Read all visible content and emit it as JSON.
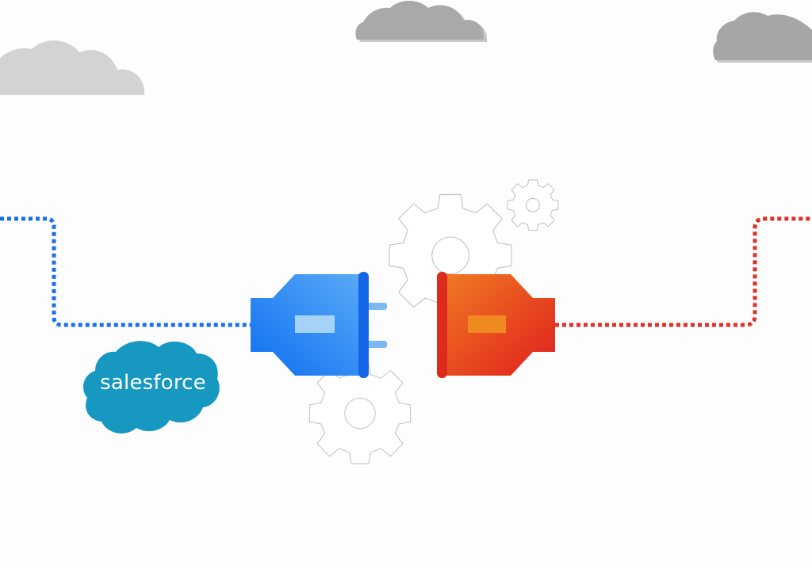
{
  "logos": {
    "salesforce": {
      "label": "salesforce",
      "color": "#1798c1"
    },
    "partner": {
      "label": ""
    }
  },
  "connectors": {
    "left_plug": {
      "name": "blue-plug",
      "color": "#1a7cf5"
    },
    "right_plug": {
      "name": "red-plug",
      "color": "#e8361d"
    }
  },
  "lines": {
    "left_color": "#1a6ff0",
    "right_color": "#e0302a"
  },
  "clouds": [
    "cloud",
    "cloud",
    "cloud"
  ],
  "icons": [
    "gear-icon",
    "gear-icon",
    "gear-icon"
  ]
}
